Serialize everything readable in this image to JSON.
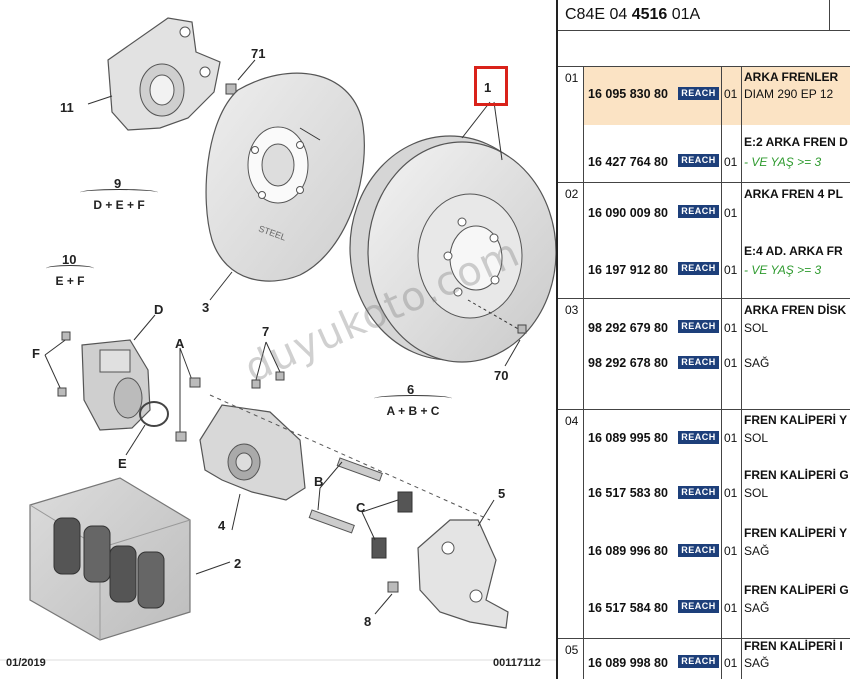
{
  "diagram": {
    "callouts": {
      "c1": "1",
      "c2": "2",
      "c3": "3",
      "c4": "4",
      "c5": "5",
      "c6": "6",
      "c7": "7",
      "c8": "8",
      "c9": "9",
      "c10": "10",
      "c11": "11",
      "c70": "70",
      "c71": "71",
      "cA": "A",
      "cB": "B",
      "cC": "C",
      "cD": "D",
      "cE": "E",
      "cF": "F"
    },
    "formulas": {
      "f9": "D + E + F",
      "f10": "E + F",
      "f6": "A + B + C"
    },
    "disc_label": "STEEL",
    "watermark": "duyukoto.com",
    "footer_left": "01/2019",
    "footer_right": "00117112"
  },
  "panel": {
    "ref_prefix": "C84E 04 ",
    "ref_bold": "4516",
    "ref_suffix": " 01A",
    "reach_label": "REACH",
    "groups": [
      {
        "num": "01"
      },
      {
        "num": "02"
      },
      {
        "num": "03"
      },
      {
        "num": "04"
      },
      {
        "num": "05"
      }
    ],
    "rows": [
      {
        "pn": "16 095 830 80",
        "qty": "01",
        "desc": "ARKA FRENLER",
        "desc2": "DIAM 290 EP 12"
      },
      {
        "pn": "16 427 764 80",
        "qty": "01",
        "desc": "E:2 ARKA FREN D",
        "note": "- VE YAŞ >= 3"
      },
      {
        "pn": "16 090 009 80",
        "qty": "01",
        "desc": "ARKA FREN 4 PL"
      },
      {
        "pn": "16 197 912 80",
        "qty": "01",
        "desc": "E:4 AD. ARKA FR",
        "note": "- VE YAŞ >= 3"
      },
      {
        "pn": "98 292 679 80",
        "qty": "01",
        "desc": "ARKA FREN DİSK",
        "desc2": "SOL"
      },
      {
        "pn": "98 292 678 80",
        "qty": "01",
        "desc2": "SAĞ"
      },
      {
        "pn": "16 089 995 80",
        "qty": "01",
        "desc": "FREN KALİPERİ Y",
        "desc2": "SOL"
      },
      {
        "pn": "16 517 583 80",
        "qty": "01",
        "desc": "FREN KALİPERİ G",
        "desc2": "SOL"
      },
      {
        "pn": "16 089 996 80",
        "qty": "01",
        "desc": "FREN KALİPERİ Y",
        "desc2": "SAĞ"
      },
      {
        "pn": "16 517 584 80",
        "qty": "01",
        "desc": "FREN KALİPERİ G",
        "desc2": "SAĞ"
      },
      {
        "pn": "16 089 998 80",
        "qty": "01",
        "desc": "FREN KALİPERİ I",
        "desc2": "SAĞ"
      }
    ]
  }
}
